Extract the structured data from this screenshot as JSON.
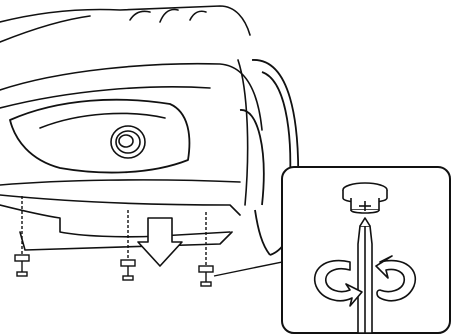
{
  "diagram": {
    "type": "vehicle-service-illustration",
    "colors": {
      "line": "#111111",
      "fill": "#ffffff",
      "hatch": "#555555"
    },
    "icons": {
      "bumper": "front-bumper-body",
      "fog_lamp": "fog-lamp",
      "wheel": "front-wheel",
      "screws": "screw-icon",
      "arrow_down": "arrow-down-icon",
      "detail_screw": "hex-screw-head-icon",
      "screwdriver": "screwdriver-icon",
      "rotate": "rotate-icon"
    }
  }
}
